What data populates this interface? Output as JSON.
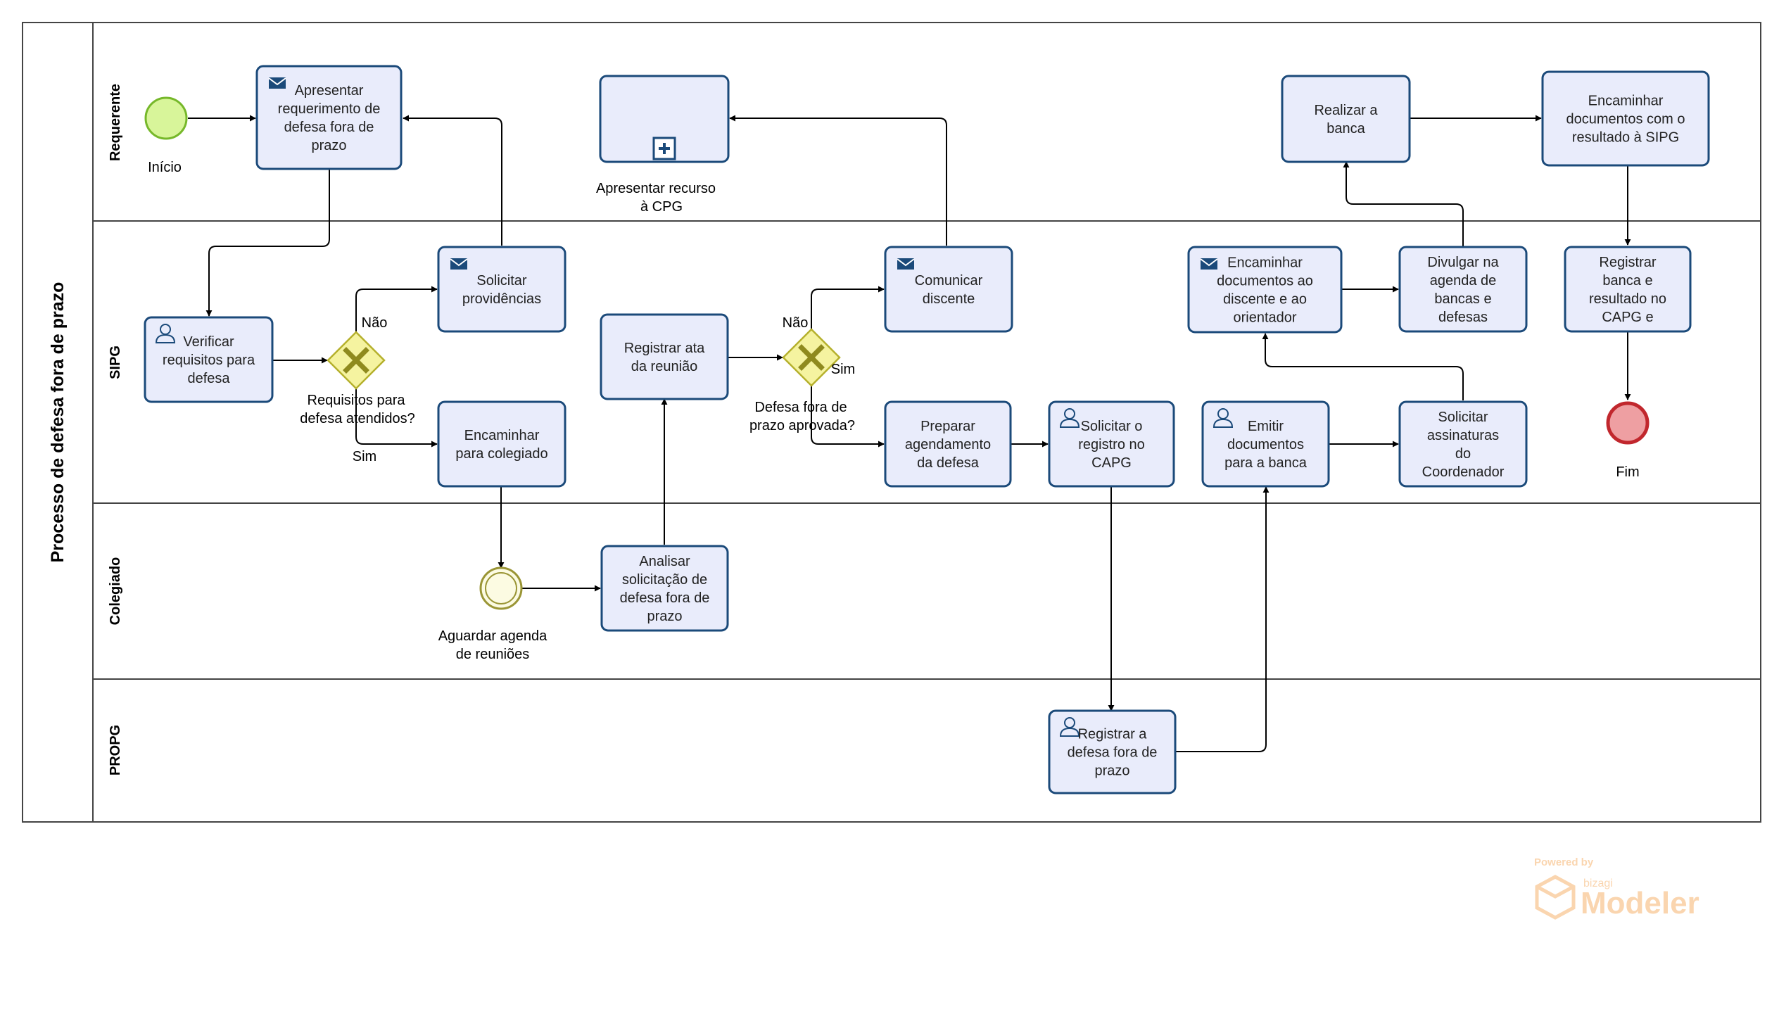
{
  "pool": {
    "title": "Processo de  defesa fora de prazo"
  },
  "lanes": [
    "Requerente",
    "SIPG",
    "Colegiado",
    "PROPG"
  ],
  "events": {
    "start": "Início",
    "end": "Fim",
    "intermediate": [
      "Aguardar agenda",
      "de reuniões"
    ]
  },
  "tasks": {
    "apresentar_requerimento": [
      "Apresentar",
      "requerimento de",
      "defesa fora de",
      "prazo"
    ],
    "apresentar_recurso": [
      "Apresentar recurso",
      "à CPG"
    ],
    "realizar_banca": [
      "Realizar a",
      "banca"
    ],
    "encaminhar_resultado": [
      "Encaminhar",
      "documentos com o",
      "resultado à SIPG"
    ],
    "verificar_requisitos": [
      "Verificar",
      "requisitos para",
      "defesa"
    ],
    "solicitar_providencias": [
      "Solicitar",
      "providências"
    ],
    "encaminhar_colegiado": [
      "Encaminhar",
      "para colegiado"
    ],
    "registrar_ata": [
      "Registrar ata",
      "da reunião"
    ],
    "comunicar_discente": [
      "Comunicar",
      "discente"
    ],
    "preparar_agendamento": [
      "Preparar",
      "agendamento",
      "da defesa"
    ],
    "solicitar_registro": [
      "Solicitar o",
      "registro no",
      "CAPG"
    ],
    "encaminhar_docs": [
      "Encaminhar",
      "documentos ao",
      "discente e ao",
      "orientador"
    ],
    "divulgar_agenda": [
      "Divulgar na",
      "agenda de",
      "bancas e",
      "defesas"
    ],
    "emitir_documentos": [
      "Emitir",
      "documentos",
      "para a banca"
    ],
    "solicitar_assinaturas": [
      "Solicitar",
      "assinaturas",
      "do",
      "Coordenador"
    ],
    "registrar_banca": [
      "Registrar",
      "banca e",
      "resultado no",
      "CAPG e"
    ],
    "analisar_solicitacao": [
      "Analisar",
      "solicitação de",
      "defesa fora de",
      "prazo"
    ],
    "registrar_defesa": [
      "Registrar a",
      "defesa fora de",
      "prazo"
    ]
  },
  "gateways": {
    "requisitos": {
      "label": [
        "Requisitos para",
        "defesa atendidos?"
      ],
      "no": "Não",
      "yes": "Sim"
    },
    "aprovada": {
      "label": [
        "Defesa fora de",
        "prazo aprovada?"
      ],
      "no": "Não",
      "yes": "Sim"
    }
  },
  "watermark": {
    "powered": "Powered by",
    "brand": "bizagi",
    "product": "Modeler"
  },
  "colors": {
    "task_fill": "#e9ecfb",
    "task_stroke": "#1b4a7a",
    "start_fill": "#d8f59a",
    "start_stroke": "#76b82a",
    "end_fill": "#ee9fa2",
    "end_stroke": "#c1272d",
    "gateway_fill": "#f5f3a0",
    "gateway_stroke": "#b5b02c",
    "gateway_mark": "#8f8a1e",
    "intermediate_fill": "#fcfbe2",
    "intermediate_stroke": "#9a9535",
    "watermark": "#f6b36e"
  }
}
